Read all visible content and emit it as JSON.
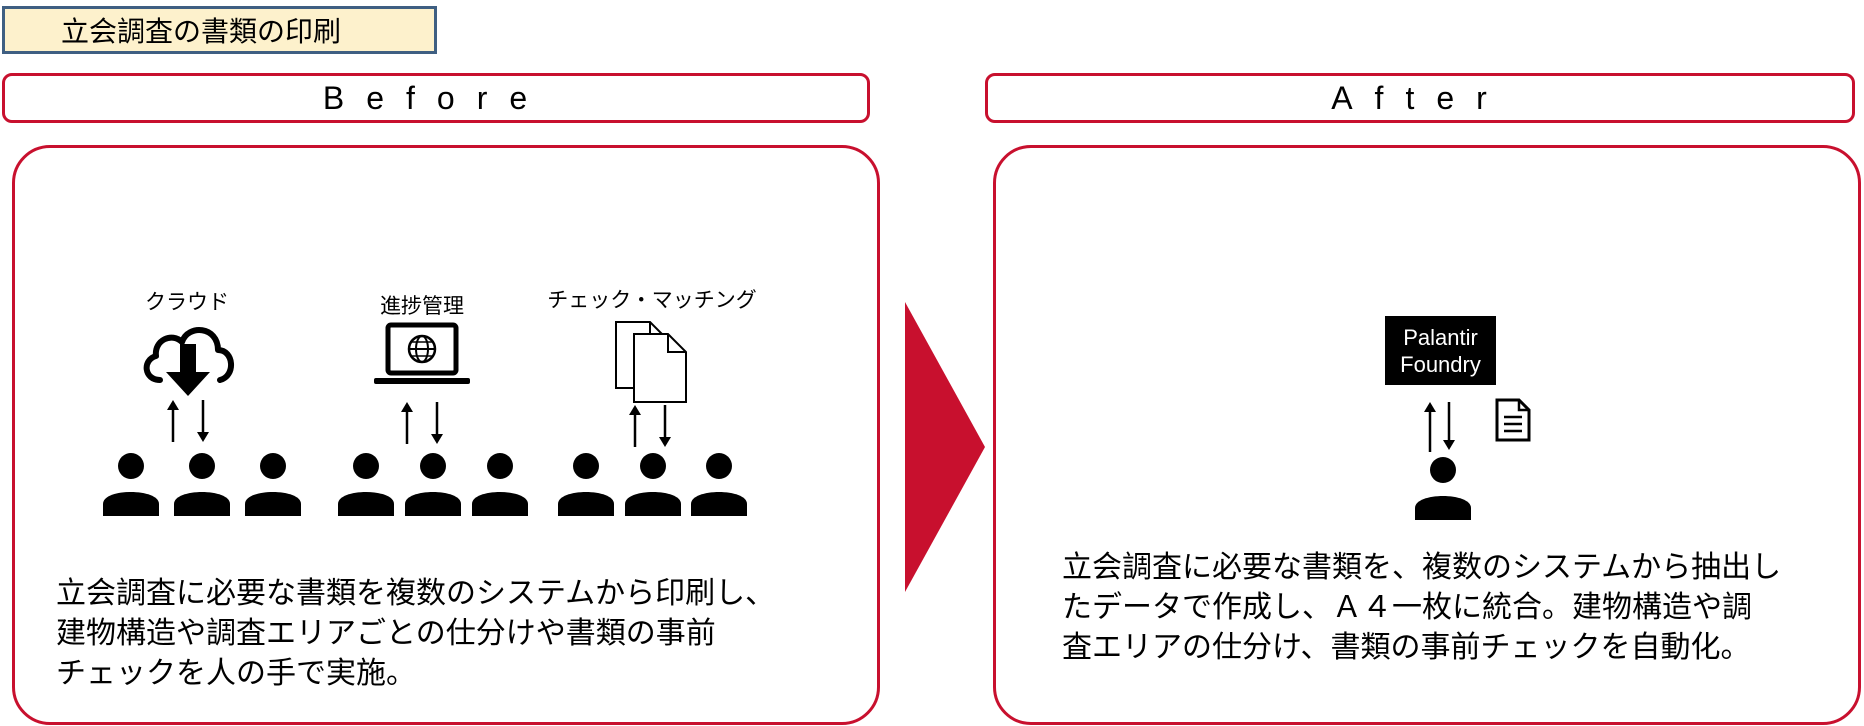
{
  "title": "立会調査の書類の印刷",
  "before": {
    "header": "Before",
    "groups": [
      {
        "label": "クラウド",
        "icon": "cloud-download-icon"
      },
      {
        "label": "進捗管理",
        "icon": "laptop-globe-icon"
      },
      {
        "label": "チェック・マッチング",
        "icon": "documents-icon"
      }
    ],
    "description": [
      "立会調査に必要な書類を複数のシステムから印刷し、",
      "建物構造や調査エリアごとの仕分けや書類の事前",
      "チェックを人の手で実施。"
    ]
  },
  "after": {
    "header": "After",
    "system_label_line1": "Palantir",
    "system_label_line2": "Foundry",
    "description": [
      "立会調査に必要な書類を、複数のシステムから抽出し",
      "たデータで作成し、Ａ４一枚に統合。建物構造や調",
      "査エリアの仕分け、書類の事前チェックを自動化。"
    ]
  },
  "colors": {
    "accent_red": "#c8102e",
    "title_bg": "#fdf1cc",
    "title_border": "#3f5f82"
  }
}
